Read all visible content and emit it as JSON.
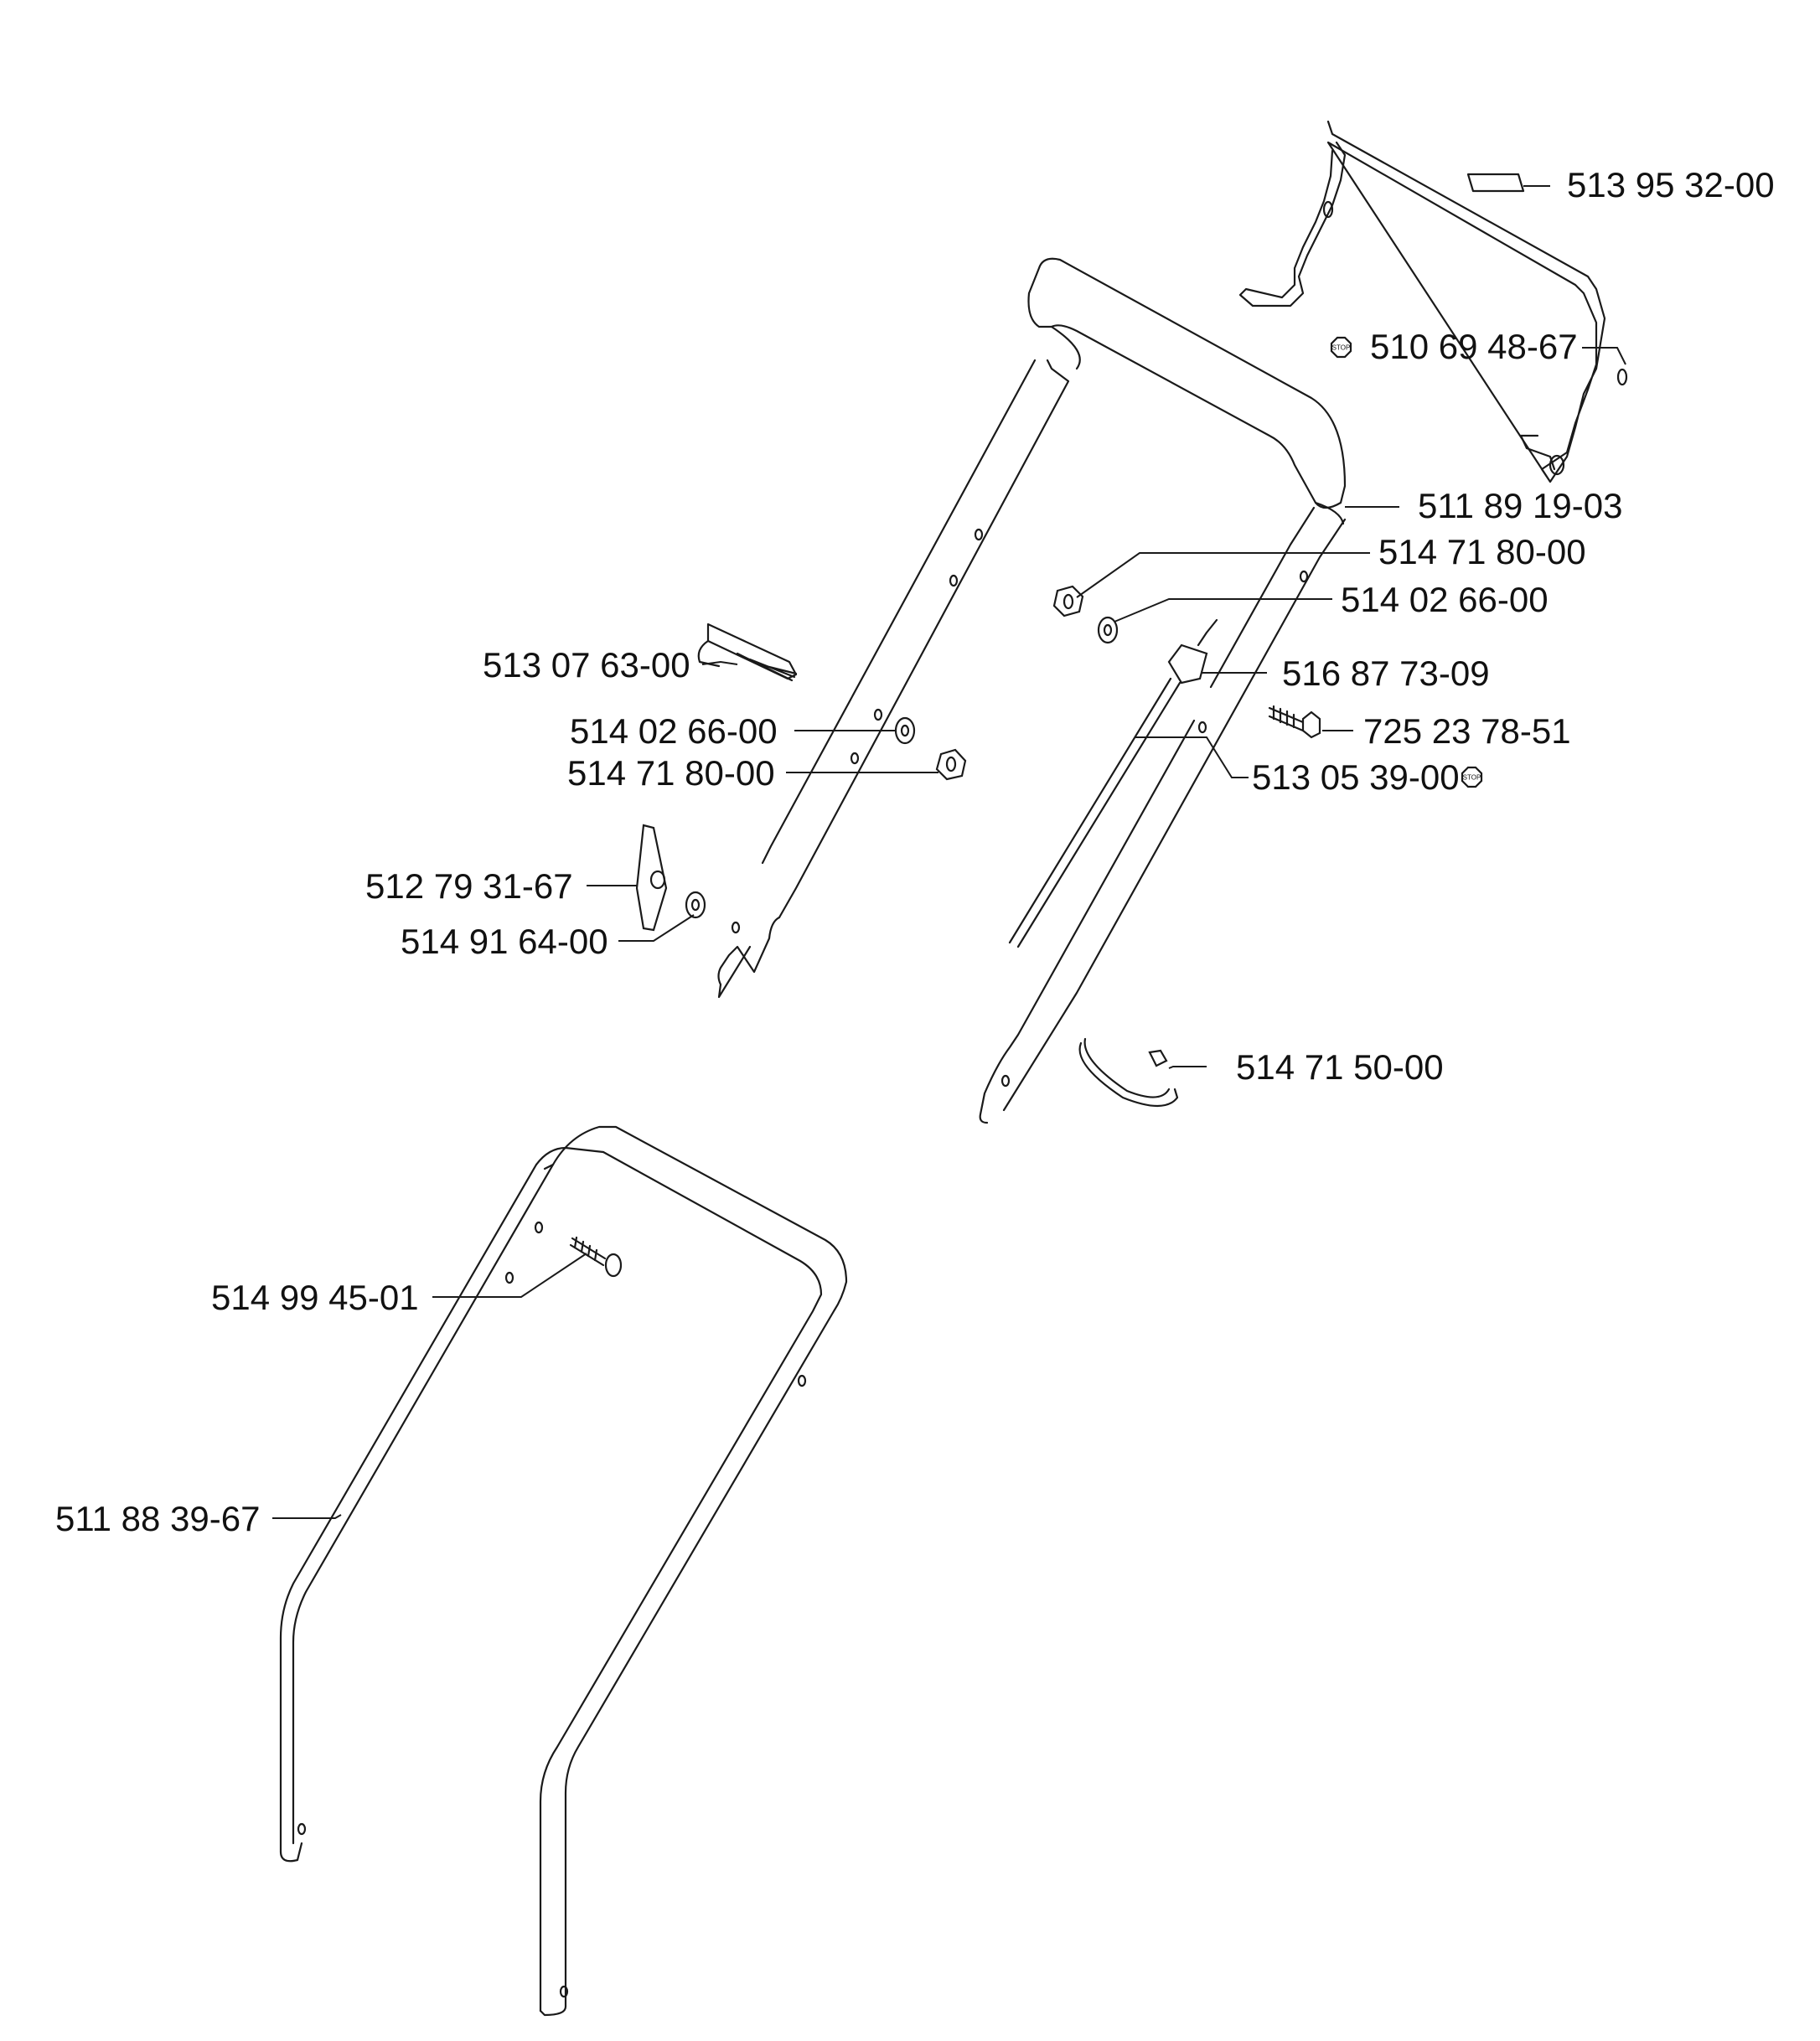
{
  "labels": {
    "p_513_95_32": "513 95 32-00",
    "p_510_69_48": "510 69 48-67",
    "p_511_89_19": "511 89 19-03",
    "p_514_71_80_a": "514 71 80-00",
    "p_514_02_66_a": "514 02 66-00",
    "p_513_07_63": "513 07 63-00",
    "p_516_87_73": "516 87 73-09",
    "p_514_02_66_b": "514 02 66-00",
    "p_725_23_78": "725 23 78-51",
    "p_514_71_80_b": "514 71 80-00",
    "p_513_05_39": "513 05 39-00",
    "p_512_79_31": "512 79 31-67",
    "p_514_91_64": "514 91 64-00",
    "p_514_71_50": "514 71 50-00",
    "p_514_99_45": "514 99 45-01",
    "p_511_88_39": "511 88 39-67"
  },
  "stop_symbol": "STOP"
}
